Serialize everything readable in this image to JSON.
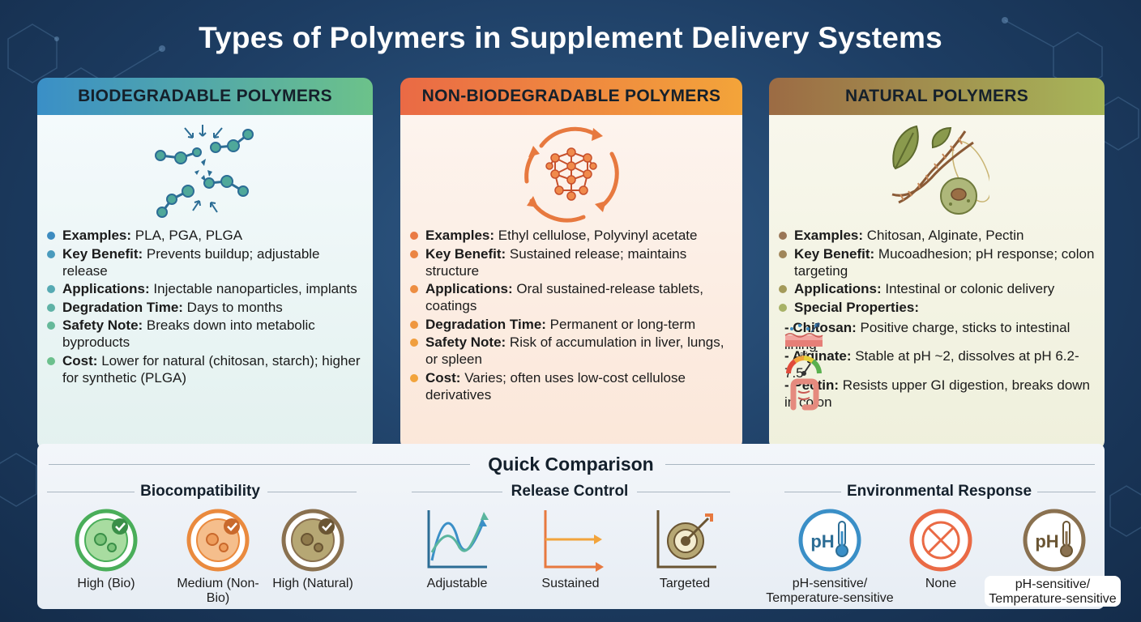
{
  "title": "Types of Polymers in Supplement Delivery Systems",
  "colors": {
    "bio": "#3d93c7",
    "nonbio": "#ea7b45",
    "natural": "#9a7a55",
    "background": "#1f4169"
  },
  "cards": [
    {
      "header": "BIODEGRADABLE POLYMERS",
      "icon": "breaking-polymer-chain-icon",
      "items": [
        {
          "label": "Examples:",
          "text": "PLA, PGA, PLGA"
        },
        {
          "label": "Key Benefit:",
          "text": "Prevents buildup; adjustable release"
        },
        {
          "label": "Applications:",
          "text": "Injectable nanoparticles, implants"
        },
        {
          "label": "Degradation Time:",
          "text": "Days to months"
        },
        {
          "label": "Safety Note:",
          "text": "Breaks down into metabolic byproducts"
        },
        {
          "label": "Cost:",
          "text": "Lower for natural (chitosan, starch); higher for synthetic (PLGA)"
        }
      ]
    },
    {
      "header": "NON-BIODEGRADABLE POLYMERS",
      "icon": "cyclic-polymer-network-icon",
      "items": [
        {
          "label": "Examples:",
          "text": "Ethyl cellulose, Polyvinyl acetate"
        },
        {
          "label": "Key Benefit:",
          "text": "Sustained release; maintains structure"
        },
        {
          "label": "Applications:",
          "text": "Oral sustained-release tablets, coatings"
        },
        {
          "label": "Degradation Time:",
          "text": "Permanent or long-term"
        },
        {
          "label": "Safety Note:",
          "text": "Risk of accumulation in liver, lungs, or spleen"
        },
        {
          "label": "Cost:",
          "text": "Varies; often uses low-cost cellulose derivatives"
        }
      ]
    },
    {
      "header": "NATURAL POLYMERS",
      "icon": "leaf-dna-cell-icon",
      "items": [
        {
          "label": "Examples:",
          "text": "Chitosan, Alginate, Pectin"
        },
        {
          "label": "Key Benefit:",
          "text": "Mucoadhesion; pH response; colon targeting"
        },
        {
          "label": "Applications:",
          "text": "Intestinal or colonic delivery"
        },
        {
          "label": "Special Properties:",
          "text": ""
        }
      ],
      "special": [
        {
          "icon": "mucosa-adhesion-icon",
          "label": "- Chitosan:",
          "text": "Positive charge, sticks to intestinal lining"
        },
        {
          "icon": "ph-gauge-icon",
          "label": "- Alginate:",
          "text": "Stable at pH ~2, dissolves at pH 6.2-7.5"
        },
        {
          "icon": "colon-icon",
          "label": "- Pectin:",
          "text": "Resists upper GI digestion, breaks down in colon"
        }
      ],
      "ph_gauge_label": "pH"
    }
  ],
  "comparison": {
    "title": "Quick Comparison",
    "sections": [
      {
        "title": "Biocompatibility",
        "items": [
          {
            "label": "High (Bio)",
            "icon": "cell-check-icon"
          },
          {
            "label": "Medium (Non-Bio)",
            "icon": "cell-check-icon"
          },
          {
            "label": "High (Natural)",
            "icon": "cell-check-icon"
          }
        ]
      },
      {
        "title": "Release Control",
        "items": [
          {
            "label": "Adjustable",
            "icon": "adjustable-curve-icon"
          },
          {
            "label": "Sustained",
            "icon": "sustained-line-icon"
          },
          {
            "label": "Targeted",
            "icon": "target-arrow-icon"
          }
        ]
      },
      {
        "title": "Environmental Response",
        "items": [
          {
            "label": "pH-sensitive/ Temperature-sensitive",
            "icon": "ph-thermometer-icon"
          },
          {
            "label": "None",
            "icon": "none-cross-icon"
          },
          {
            "label": "pH-sensitive/ Temperature-sensitive",
            "icon": "ph-thermometer-icon"
          }
        ]
      }
    ],
    "ph_text": "pH"
  }
}
